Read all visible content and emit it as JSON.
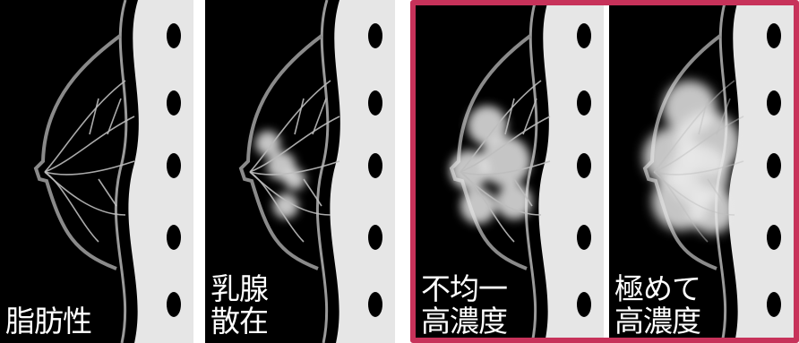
{
  "panels": [
    {
      "id": "fatty",
      "lines": [
        "脂肪性"
      ],
      "density": 0
    },
    {
      "id": "scattered",
      "lines": [
        "乳腺",
        "散在"
      ],
      "density": 1
    },
    {
      "id": "heterogeneous",
      "lines": [
        "不均一",
        "高濃度"
      ],
      "density": 2
    },
    {
      "id": "extreme",
      "lines": [
        "極めて",
        "高濃度"
      ],
      "density": 3
    }
  ],
  "colors": {
    "highlight": "#c7325a",
    "bubble": "#f7c9d8",
    "outline": "#8a8a8a",
    "chest_wall": "#e6e6e6"
  }
}
